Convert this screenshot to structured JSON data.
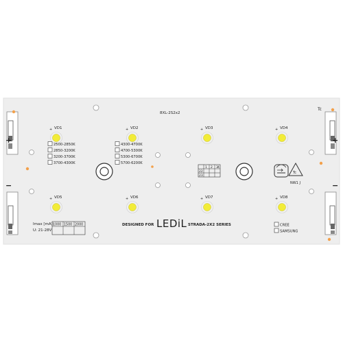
{
  "board": {
    "model": "8XL-2S2x2",
    "corner_mark": "Tc",
    "plus_symbol": "+",
    "minus_symbol": "−",
    "footprint_label": "NW1 J",
    "colors": {
      "pcb": "#eeeeee",
      "pad": "#f3a04a",
      "led_outer": "#f0f0f0",
      "led_core": "#f2ec38",
      "ink": "#1e1e1e"
    }
  },
  "leds": [
    {
      "label": "VD1",
      "pol": "+"
    },
    {
      "label": "VD2",
      "pol": "+"
    },
    {
      "label": "VD3",
      "pol": "+"
    },
    {
      "label": "VD4",
      "pol": "+"
    },
    {
      "label": "VD5",
      "pol": "+"
    },
    {
      "label": "VD6",
      "pol": "+"
    },
    {
      "label": "VD7",
      "pol": "+"
    },
    {
      "label": "VD8",
      "pol": "+"
    }
  ],
  "cct_left": [
    "2500-2850K",
    "2850-3200K",
    "3200-3700K",
    "3700-4300K"
  ],
  "cct_right": [
    "4300-4700K",
    "4700-5300K",
    "5300-6700K",
    "5700-6200K"
  ],
  "pin_table": {
    "header": [
      "1",
      "2",
      "3",
      "4"
    ],
    "rows": [
      "22",
      "23"
    ]
  },
  "imax": {
    "label": "Imax [mA]:",
    "values": [
      "1000",
      "1500",
      "2000"
    ],
    "voltage": "U: 21-28V"
  },
  "branding": {
    "designed_for": "DESIGNED FOR",
    "logo": "LEDiL",
    "series": "STRADA-2X2 SERIES"
  },
  "manufacturers": [
    "CREE",
    "SAMSUNG"
  ]
}
